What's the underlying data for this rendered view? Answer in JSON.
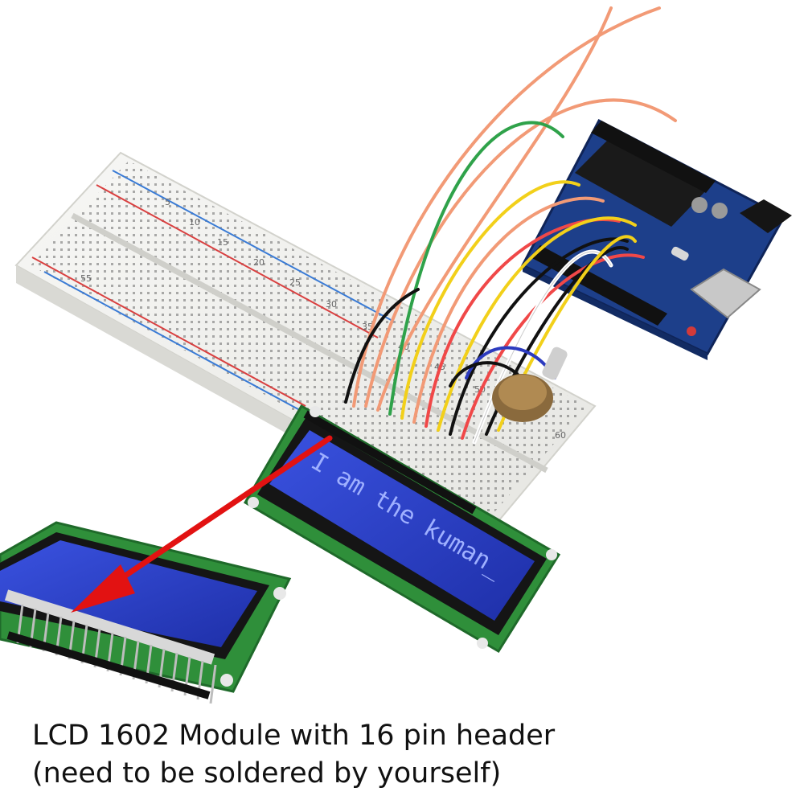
{
  "caption": {
    "line1": "LCD 1602 Module with 16 pin header",
    "line2": "(need to be soldered by yourself)"
  },
  "lcd": {
    "display_text": "I am the kuman_"
  },
  "breadboard": {
    "row_numbers": [
      "5",
      "10",
      "15",
      "20",
      "25",
      "30",
      "35",
      "40",
      "45",
      "50",
      "55",
      "60"
    ]
  },
  "colors": {
    "breadboard": "#f3f3f1",
    "arduino_pcb": "#1d3f8a",
    "lcd_pcb": "#2f8f3a",
    "lcd_screen": "#2a3fc9",
    "pointer_arrow": "#e21212",
    "caption_text": "#111111"
  }
}
